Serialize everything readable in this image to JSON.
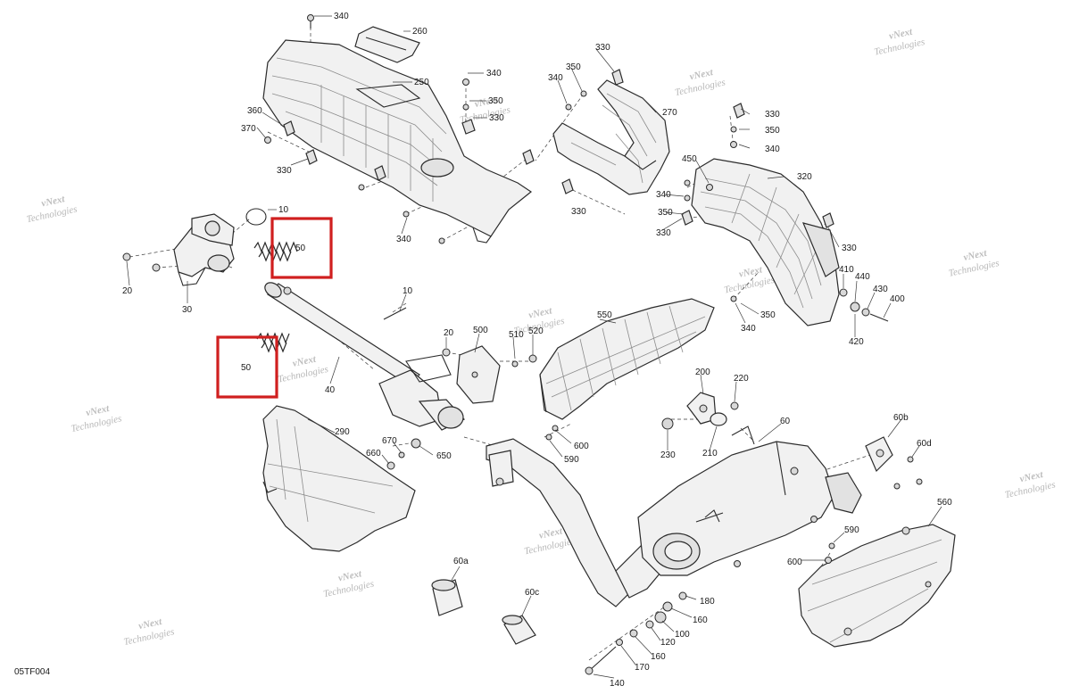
{
  "diagram": {
    "code": "05TF004",
    "watermark": {
      "line1": "vNext",
      "line2": "Technologies"
    },
    "highlight_color": "#d01f1f",
    "callouts": [
      {
        "id": "c340a",
        "label": "340"
      },
      {
        "id": "c260",
        "label": "260"
      },
      {
        "id": "c250",
        "label": "250"
      },
      {
        "id": "c360",
        "label": "360"
      },
      {
        "id": "c370",
        "label": "370"
      },
      {
        "id": "c330a",
        "label": "330"
      },
      {
        "id": "c340b",
        "label": "340"
      },
      {
        "id": "c350a",
        "label": "350"
      },
      {
        "id": "c330b",
        "label": "330"
      },
      {
        "id": "c330c",
        "label": "330"
      },
      {
        "id": "c340c",
        "label": "340"
      },
      {
        "id": "c350b",
        "label": "350"
      },
      {
        "id": "c270",
        "label": "270"
      },
      {
        "id": "c330d",
        "label": "330"
      },
      {
        "id": "c330e",
        "label": "330"
      },
      {
        "id": "c350c",
        "label": "350"
      },
      {
        "id": "c340d",
        "label": "340"
      },
      {
        "id": "c450",
        "label": "450"
      },
      {
        "id": "c320",
        "label": "320"
      },
      {
        "id": "c340e",
        "label": "340"
      },
      {
        "id": "c350d",
        "label": "350"
      },
      {
        "id": "c330f",
        "label": "330"
      },
      {
        "id": "c330g",
        "label": "330"
      },
      {
        "id": "c340f",
        "label": "340"
      },
      {
        "id": "c10a",
        "label": "10"
      },
      {
        "id": "c50a",
        "label": "50"
      },
      {
        "id": "c20a",
        "label": "20"
      },
      {
        "id": "c30",
        "label": "30"
      },
      {
        "id": "c10b",
        "label": "10"
      },
      {
        "id": "c50b",
        "label": "50"
      },
      {
        "id": "c40",
        "label": "40"
      },
      {
        "id": "c20b",
        "label": "20"
      },
      {
        "id": "c500",
        "label": "500"
      },
      {
        "id": "c510",
        "label": "510"
      },
      {
        "id": "c520",
        "label": "520"
      },
      {
        "id": "c550",
        "label": "550"
      },
      {
        "id": "c350e",
        "label": "350"
      },
      {
        "id": "c340g",
        "label": "340"
      },
      {
        "id": "c410",
        "label": "410"
      },
      {
        "id": "c440",
        "label": "440"
      },
      {
        "id": "c430",
        "label": "430"
      },
      {
        "id": "c400",
        "label": "400"
      },
      {
        "id": "c420",
        "label": "420"
      },
      {
        "id": "c200",
        "label": "200"
      },
      {
        "id": "c220",
        "label": "220"
      },
      {
        "id": "c60",
        "label": "60"
      },
      {
        "id": "c60b",
        "label": "60b"
      },
      {
        "id": "c60d",
        "label": "60d"
      },
      {
        "id": "c230",
        "label": "230"
      },
      {
        "id": "c210",
        "label": "210"
      },
      {
        "id": "c600a",
        "label": "600"
      },
      {
        "id": "c590a",
        "label": "590"
      },
      {
        "id": "c290",
        "label": "290"
      },
      {
        "id": "c670",
        "label": "670"
      },
      {
        "id": "c660",
        "label": "660"
      },
      {
        "id": "c650",
        "label": "650"
      },
      {
        "id": "c560",
        "label": "560"
      },
      {
        "id": "c590b",
        "label": "590"
      },
      {
        "id": "c600b",
        "label": "600"
      },
      {
        "id": "c60a",
        "label": "60a"
      },
      {
        "id": "c60c",
        "label": "60c"
      },
      {
        "id": "c180",
        "label": "180"
      },
      {
        "id": "c160a",
        "label": "160"
      },
      {
        "id": "c100",
        "label": "100"
      },
      {
        "id": "c120",
        "label": "120"
      },
      {
        "id": "c160b",
        "label": "160"
      },
      {
        "id": "c170",
        "label": "170"
      },
      {
        "id": "c140",
        "label": "140"
      }
    ]
  }
}
